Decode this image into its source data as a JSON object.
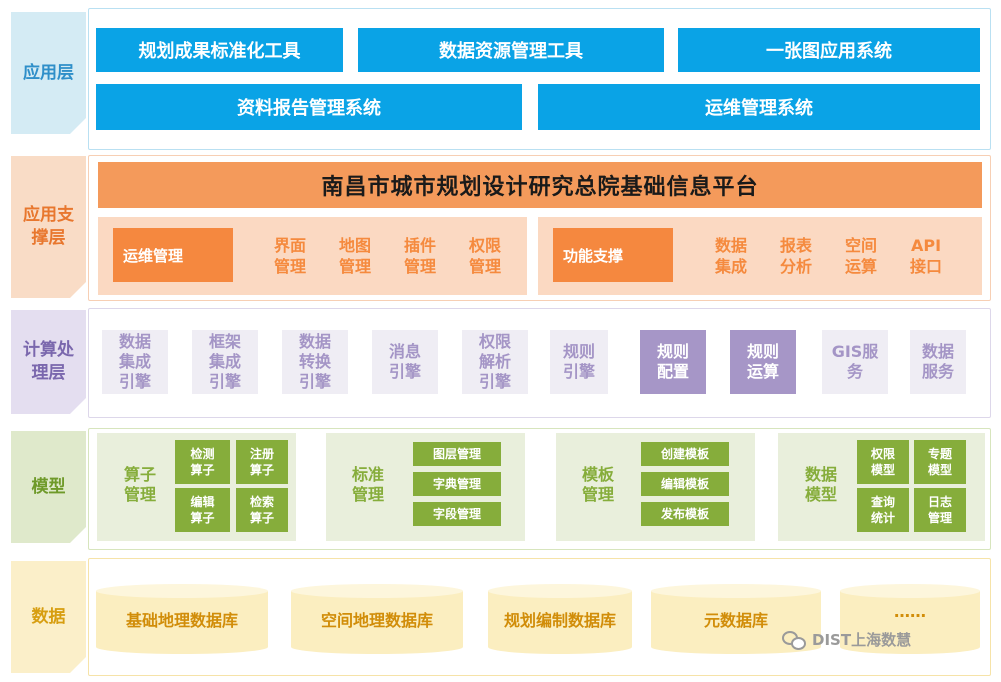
{
  "layers": {
    "application": {
      "label": "应用层",
      "items": [
        "规划成果标准化工具",
        "数据资源管理工具",
        "一张图应用系统",
        "资料报告管理系统",
        "运维管理系统"
      ]
    },
    "support": {
      "label": "应用支撑层",
      "label_lines": [
        "应用支",
        "撑层"
      ],
      "platform": "南昌市城市规划设计研究总院基础信息平台",
      "ops": {
        "title": "运维管理",
        "items": [
          [
            "界面",
            "管理"
          ],
          [
            "地图",
            "管理"
          ],
          [
            "插件",
            "管理"
          ],
          [
            "权限",
            "管理"
          ]
        ]
      },
      "func": {
        "title": "功能支撑",
        "items": [
          [
            "数据",
            "集成"
          ],
          [
            "报表",
            "分析"
          ],
          [
            "空间",
            "运算"
          ],
          [
            "API",
            "接口"
          ]
        ]
      }
    },
    "compute": {
      "label": "计算处理层",
      "label_lines": [
        "计算处",
        "理层"
      ],
      "items": [
        [
          "数据",
          "集成",
          "引擎"
        ],
        [
          "框架",
          "集成",
          "引擎"
        ],
        [
          "数据",
          "转换",
          "引擎"
        ],
        [
          "消息",
          "引擎"
        ],
        [
          "权限",
          "解析",
          "引擎"
        ],
        [
          "规则",
          "引擎"
        ],
        [
          "规则",
          "配置"
        ],
        [
          "规则",
          "运算"
        ],
        [
          "GIS服",
          "务"
        ],
        [
          "数据",
          "服务"
        ]
      ]
    },
    "model": {
      "label": "模型",
      "groups": [
        {
          "title": [
            "算子",
            "管理"
          ],
          "items": [
            [
              "检测",
              "算子"
            ],
            [
              "注册",
              "算子"
            ],
            [
              "编辑",
              "算子"
            ],
            [
              "检索",
              "算子"
            ]
          ]
        },
        {
          "title": [
            "标准",
            "管理"
          ],
          "items": [
            "图层管理",
            "字典管理",
            "字段管理"
          ]
        },
        {
          "title": [
            "模板",
            "管理"
          ],
          "items": [
            "创建模板",
            "编辑模板",
            "发布模板"
          ]
        },
        {
          "title": [
            "数据",
            "模型"
          ],
          "items": [
            [
              "权限",
              "模型"
            ],
            [
              "专题",
              "模型"
            ],
            [
              "查询",
              "统计"
            ],
            [
              "日志",
              "管理"
            ]
          ]
        }
      ]
    },
    "data": {
      "label": "数据",
      "databases": [
        "基础地理数据库",
        "空间地理数据库",
        "规划编制数据库",
        "元数据库",
        "……"
      ]
    }
  },
  "watermark": "DIST上海数慧"
}
